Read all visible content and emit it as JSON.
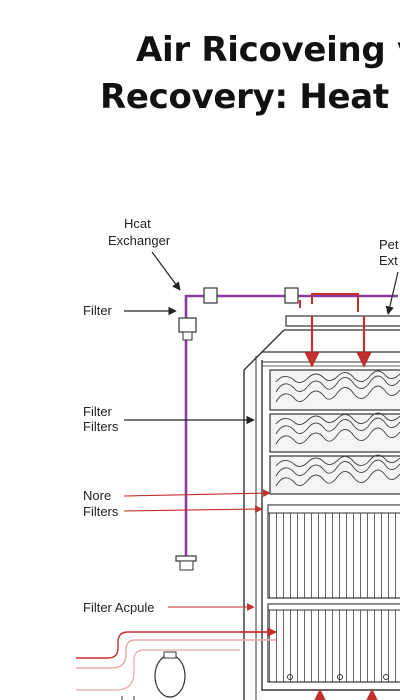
{
  "title": {
    "line1": "Air Ricoveing ve",
    "line2": "Recovery: Heat ta"
  },
  "labels": {
    "heat_exchanger_line1": "Hcat",
    "heat_exchanger_line2": "Exchanger",
    "filter_top": "Filter",
    "filter_filters_line1": "Filter",
    "filter_filters_line2": "Filters",
    "nore_filters_line1": "Nore",
    "nore_filters_line2": "Filters",
    "filter_acpule": "Filter Acpule",
    "right_label_line1": "Pet",
    "right_label_line2": "Ext"
  },
  "colors": {
    "purple_duct": "#8a3aa0",
    "red_duct": "#c0302c",
    "light_red_duct": "#e8a8a8",
    "line": "#333333"
  }
}
